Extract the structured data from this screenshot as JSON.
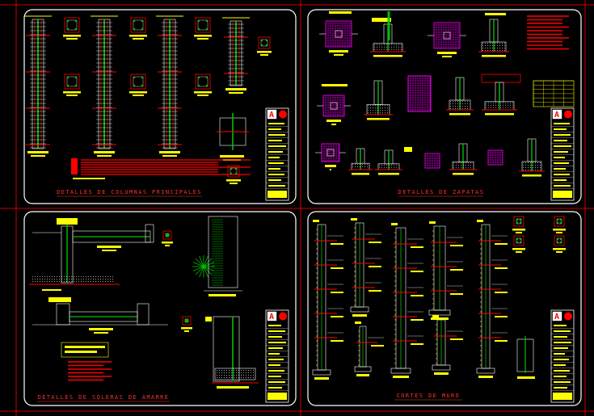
{
  "sheets": [
    {
      "id": "top-left",
      "title": "DETALLES DE COLUMNAS PRINCIPALES"
    },
    {
      "id": "top-right",
      "title": "DETALLES DE ZAPATAS"
    },
    {
      "id": "bottom-left",
      "title": "DETALLES DE SOLERAS DE AMARRE"
    },
    {
      "id": "bottom-right",
      "title": "CORTES DE MURO"
    }
  ],
  "colors": {
    "background": "#000000",
    "frame": "#cc0000",
    "sheet_border": "#ffffff",
    "title_text": "#ff3030",
    "label": "#ffff00",
    "rebar": "#00c000",
    "hatch": "#ff00ff",
    "note": "#ff0000",
    "line": "#ffffff",
    "accent": "#ff4040"
  }
}
